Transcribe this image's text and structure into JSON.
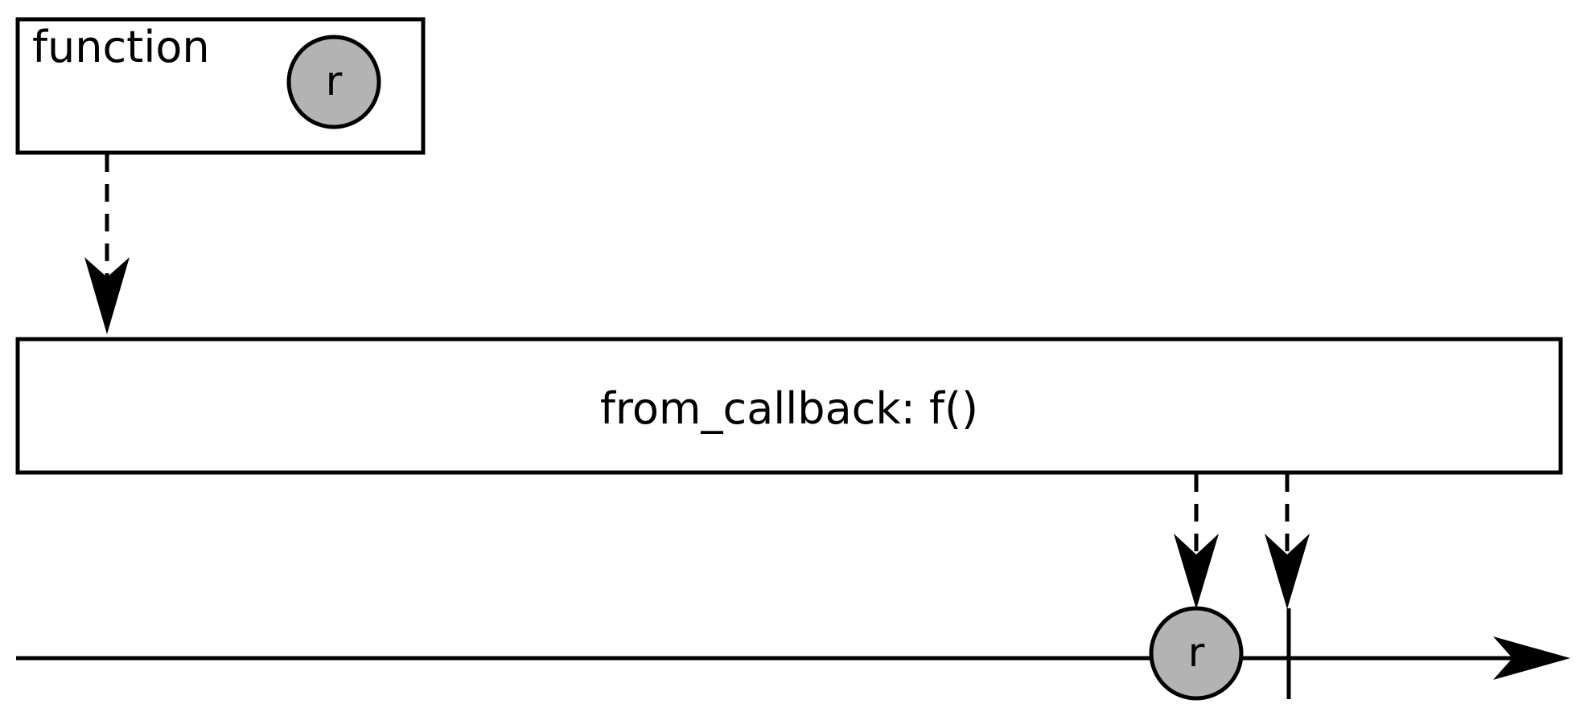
{
  "diagram": {
    "title": "from_callback marble diagram",
    "input_box": {
      "label": "function",
      "item_label": "r"
    },
    "operator_box": {
      "label": "from_callback:  f()"
    },
    "output_timeline": {
      "item_label": "r",
      "completion": true
    },
    "colors": {
      "stroke": "#000000",
      "item_fill": "#b3b3b3",
      "background": "#ffffff"
    }
  }
}
